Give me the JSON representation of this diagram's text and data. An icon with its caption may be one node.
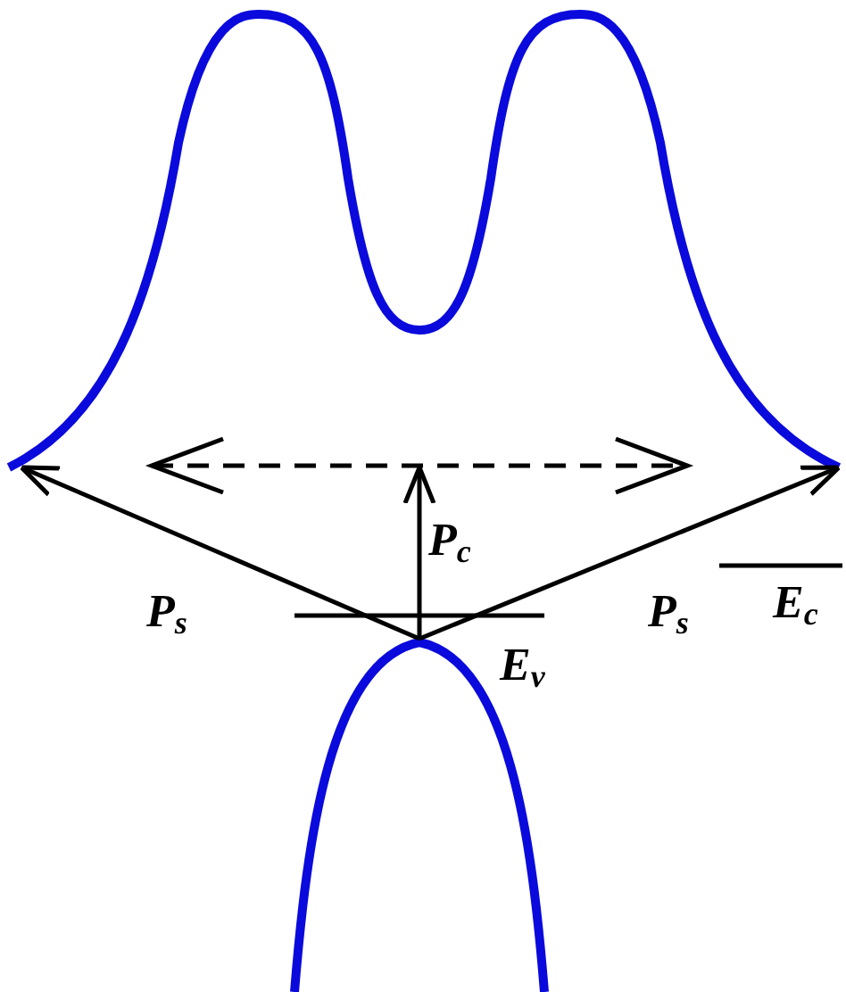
{
  "diagram": {
    "labels": [
      "P$_{c}$",
      "P$_{s}$",
      "P$_{s}$",
      "E$_{c}$",
      "E$_{v}$"
    ]
  }
}
